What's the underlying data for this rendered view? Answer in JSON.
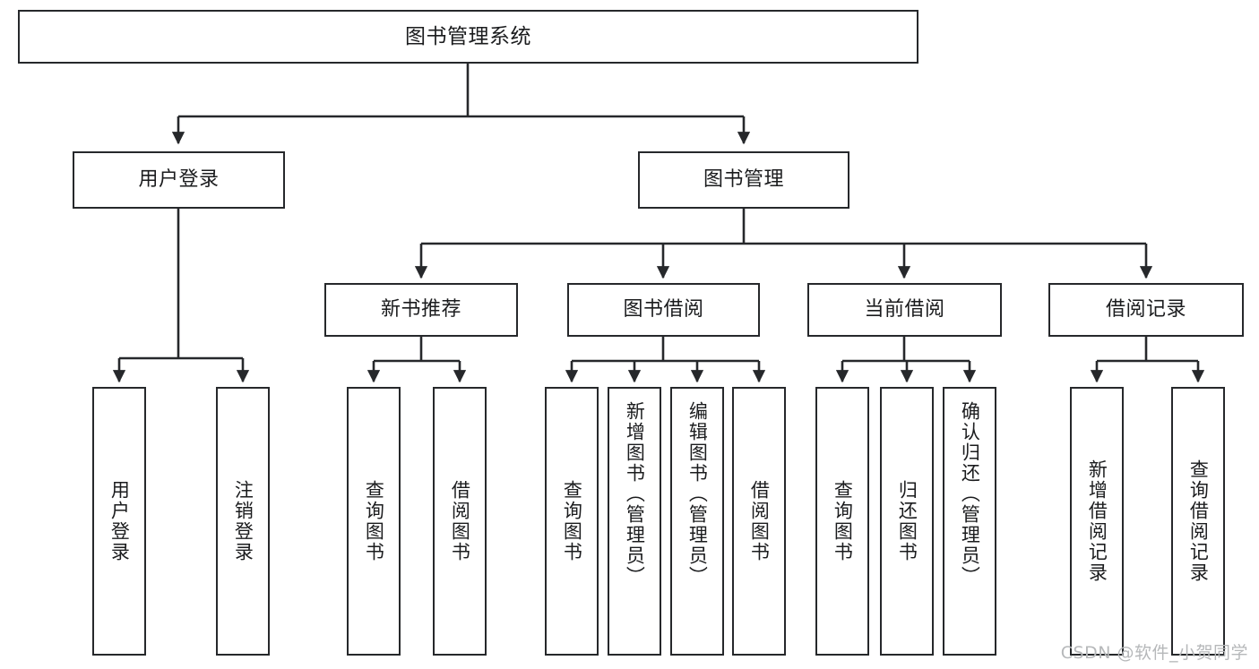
{
  "diagram": {
    "title": "图书管理系统",
    "type": "tree-hierarchy",
    "root": {
      "label": "图书管理系统"
    },
    "level2": [
      {
        "label": "用户登录"
      },
      {
        "label": "图书管理"
      }
    ],
    "level3": [
      {
        "label": "新书推荐"
      },
      {
        "label": "图书借阅"
      },
      {
        "label": "当前借阅"
      },
      {
        "label": "借阅记录"
      }
    ],
    "leaves": {
      "user_login": [
        {
          "label": "用户登录"
        },
        {
          "label": "注销登录"
        }
      ],
      "new_book_recommend": [
        {
          "label": "查询图书"
        },
        {
          "label": "借阅图书"
        }
      ],
      "book_borrow": [
        {
          "label": "查询图书"
        },
        {
          "label": "新增图书（管理员）"
        },
        {
          "label": "编辑图书（管理员）"
        },
        {
          "label": "借阅图书"
        }
      ],
      "current_borrow": [
        {
          "label": "查询图书"
        },
        {
          "label": "归还图书"
        },
        {
          "label": "确认归还（管理员）"
        }
      ],
      "borrow_record": [
        {
          "label": "新增借阅记录"
        },
        {
          "label": "查询借阅记录"
        }
      ]
    }
  },
  "watermark": {
    "text": "CSDN @软件_小贺同学"
  },
  "colors": {
    "border": "#26282b",
    "text": "#1b1c1e",
    "background": "#ffffff",
    "watermark": "#b6b8ba"
  }
}
